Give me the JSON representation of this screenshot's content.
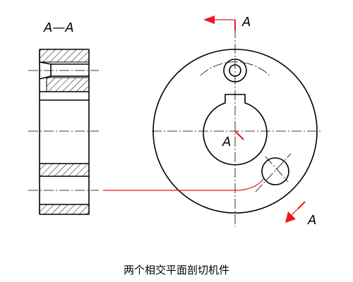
{
  "section_title": "A—A",
  "cut_label": "A",
  "caption": "两个相交平面剖切机件",
  "colors": {
    "line": "#000000",
    "cutting_plane": "#e8191b"
  },
  "icons": [
    "cutting-arrow-top-icon",
    "cutting-arrow-bottom-icon"
  ]
}
